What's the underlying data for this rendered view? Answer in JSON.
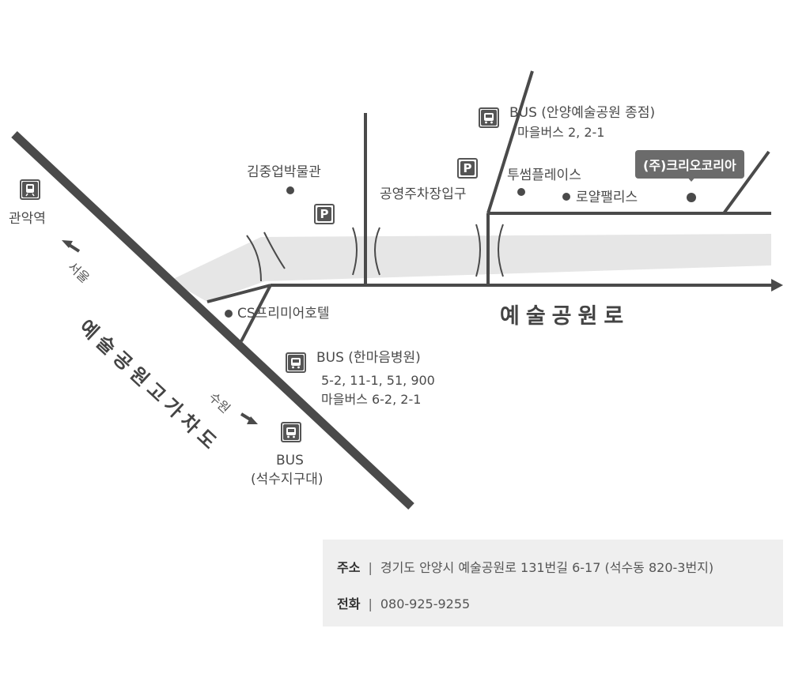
{
  "roads": {
    "main_road": "예술공원로",
    "overpass": "예술공원고가차도",
    "seoul_dir": "서울",
    "suwon_dir": "수원"
  },
  "places": {
    "gwanak_station": "관악역",
    "kim_museum": "김중업박물관",
    "public_parking": "공영주차장입구",
    "two_some": "투썸플레이스",
    "royal_palace": "로얄팰리스",
    "company": "(주)크리오코리아",
    "cs_hotel": "CS프리미어호텔"
  },
  "bus": {
    "terminal": {
      "title": "BUS (안양예술공원 종점)",
      "routes": "마을버스 2, 2-1"
    },
    "hanmaeum": {
      "title": "BUS (한마음병원)",
      "routes_1": "5-2, 11-1, 51, 900",
      "routes_2": "마을버스 6-2, 2-1"
    },
    "seoksu": {
      "title": "BUS",
      "subtitle": "(석수지구대)"
    }
  },
  "icons": {
    "parking_letter": "P",
    "train": "train-icon",
    "bus": "bus-icon",
    "parking": "parking-icon"
  },
  "info": {
    "address_label": "주소",
    "address_value": "경기도 안양시 예술공원로 131번길 6-17 (석수동 820-3번지)",
    "phone_label": "전화",
    "phone_value": "080-925-9255",
    "separator": "|"
  },
  "colors": {
    "road": "#4a4a4a",
    "band": "#e5e5e5",
    "badge": "#6b6b6b"
  }
}
